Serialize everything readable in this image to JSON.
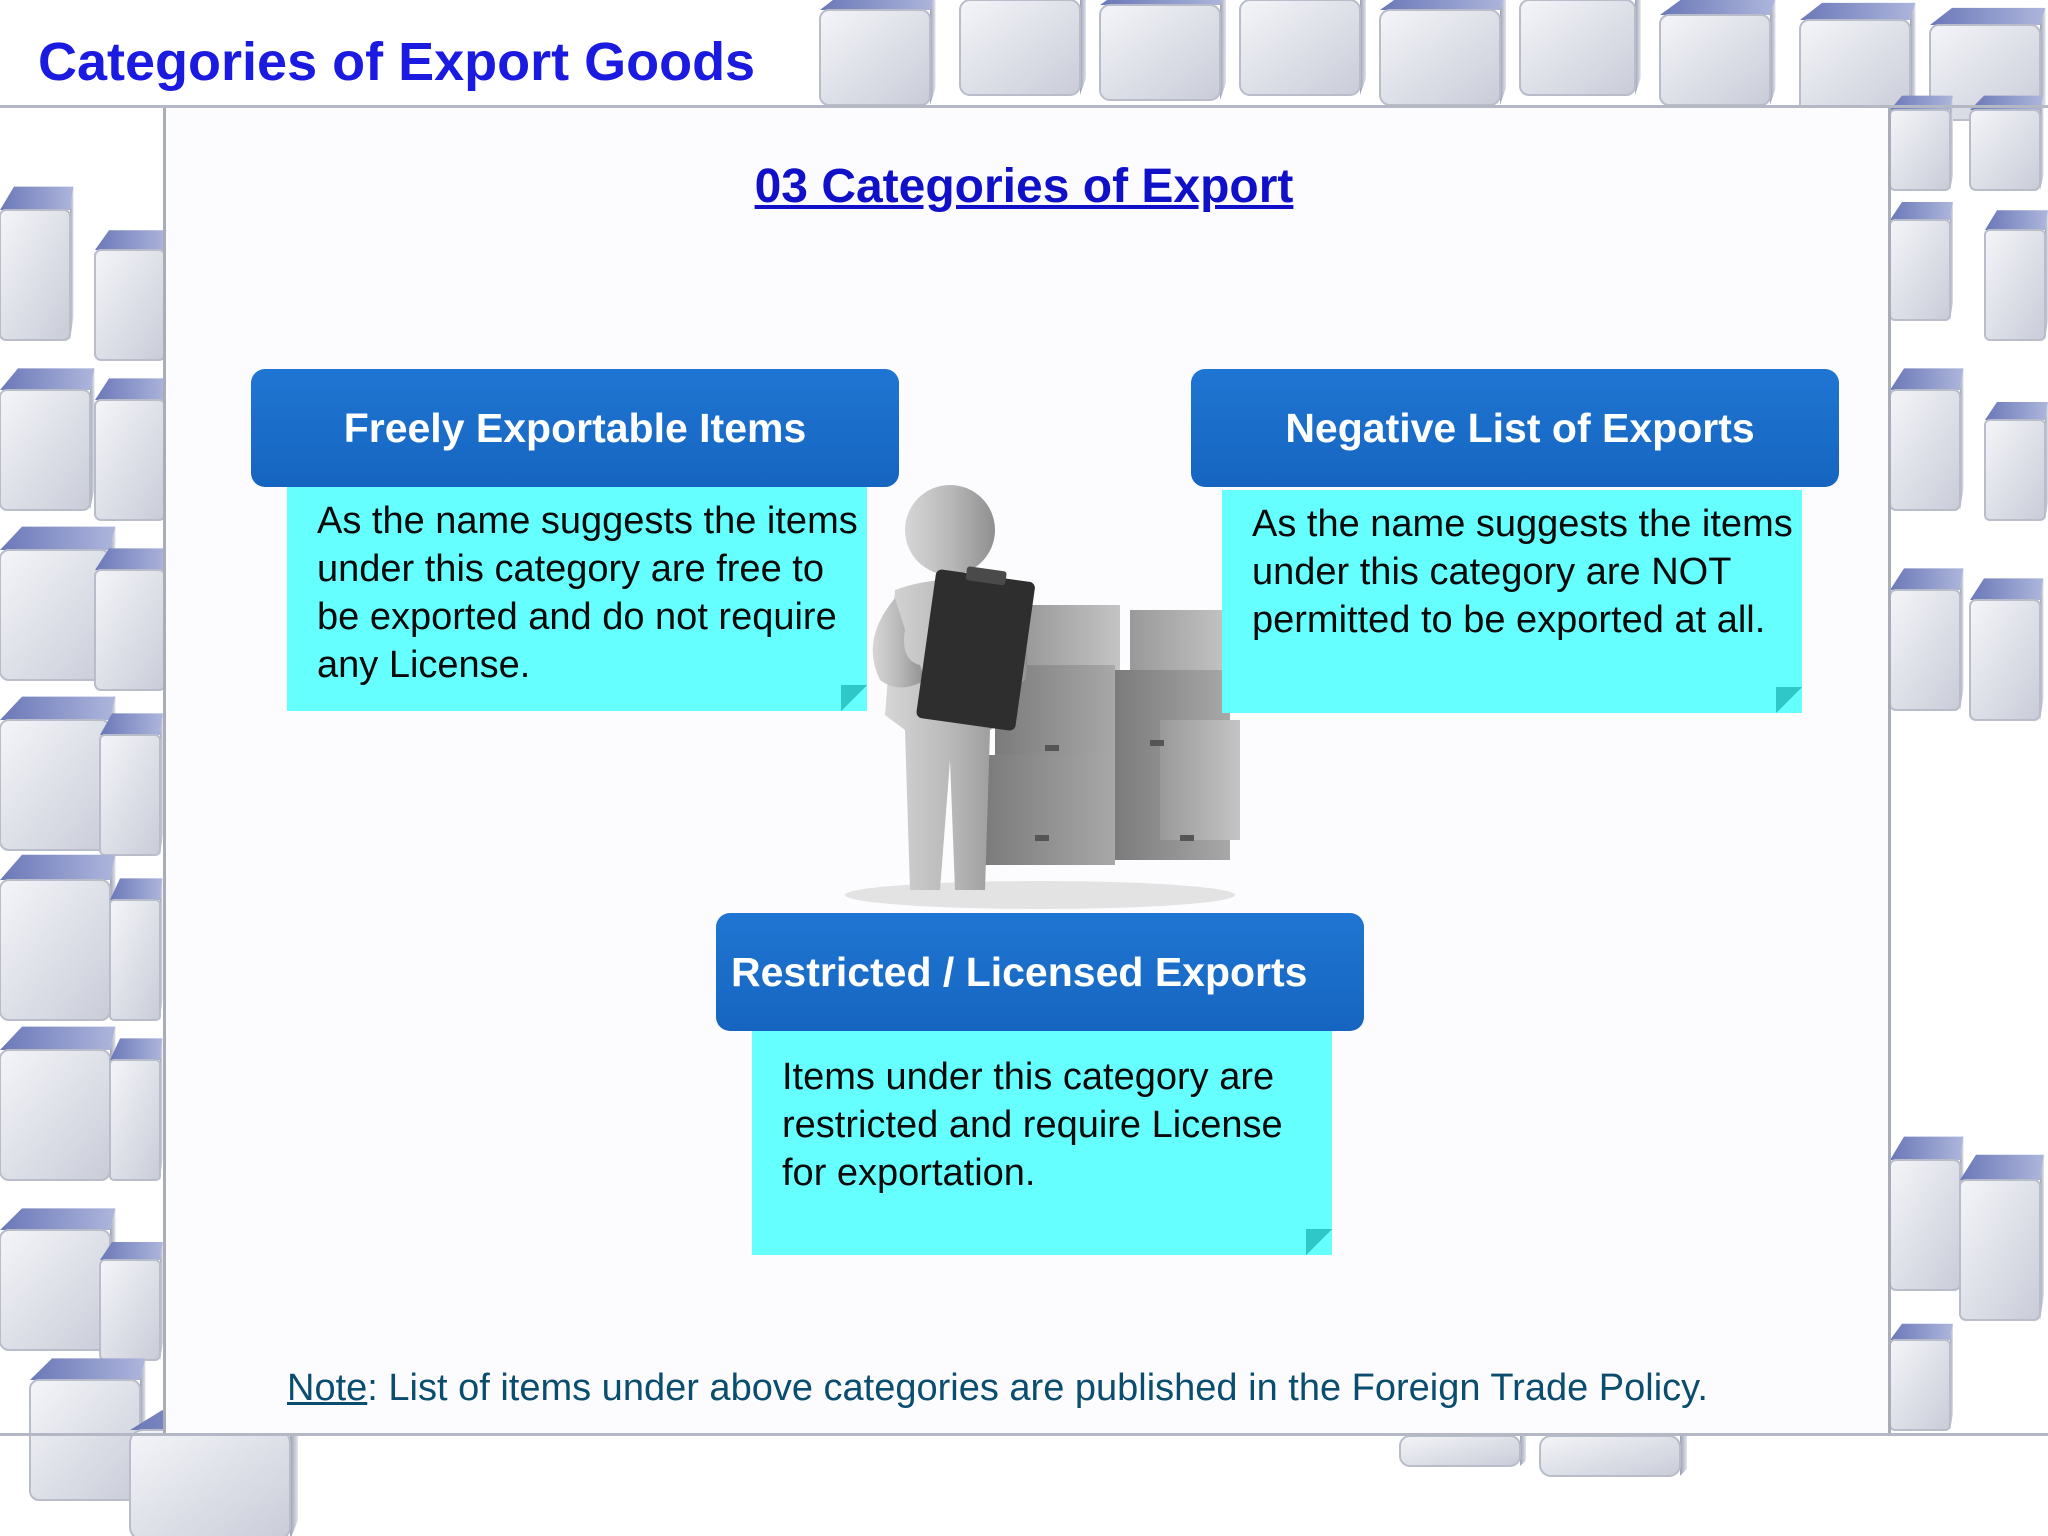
{
  "slide": {
    "title": "Categories of Export Goods",
    "subtitle": "03 Categories of Export"
  },
  "categories": [
    {
      "heading": "Freely Exportable Items",
      "description": "As the name suggests the items under this category are free to be exported and do not require any License."
    },
    {
      "heading": "Negative List of Exports",
      "description": "As the name suggests the items under this category are NOT permitted to be exported at all."
    },
    {
      "heading": "Restricted / Licensed Exports",
      "description": "Items under this category are restricted and require License for exportation."
    }
  ],
  "note": {
    "label": "Note",
    "text": ": List of items under above categories are published in the Foreign Trade Policy."
  },
  "colors": {
    "title": "#1a1ae0",
    "header_fill": "#1565c0",
    "body_fill": "#66ffff",
    "note_text": "#0b4d6e"
  },
  "illustration": "person-with-clipboard-and-boxes"
}
